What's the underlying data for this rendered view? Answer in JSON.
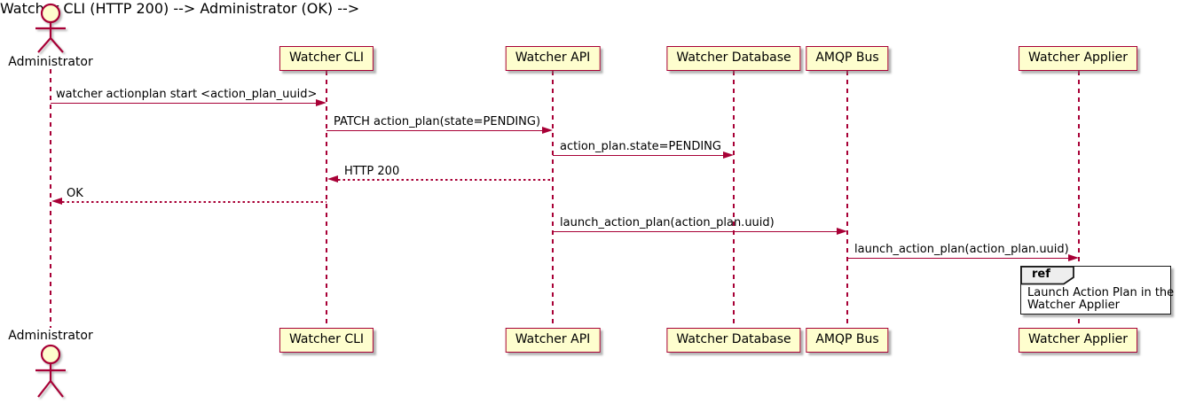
{
  "diagram": {
    "type": "sequence-diagram",
    "colors": {
      "accent": "#A80036",
      "participant_fill": "#FEFECE",
      "ref_header_fill": "#EEEEEE",
      "ref_border": "#181818",
      "background": "#FFFFFF"
    }
  },
  "actor": {
    "name": "Administrator"
  },
  "participants": [
    {
      "name": "Watcher CLI"
    },
    {
      "name": "Watcher API"
    },
    {
      "name": "Watcher Database"
    },
    {
      "name": "AMQP Bus"
    },
    {
      "name": "Watcher Applier"
    }
  ],
  "messages": [
    {
      "text": "watcher actionplan start <action_plan_uuid>",
      "from": "Administrator",
      "to": "Watcher CLI",
      "style": "solid"
    },
    {
      "text": "PATCH action_plan(state=PENDING)",
      "from": "Watcher CLI",
      "to": "Watcher API",
      "style": "solid"
    },
    {
      "text": "action_plan.state=PENDING",
      "from": "Watcher API",
      "to": "Watcher Database",
      "style": "solid"
    },
    {
      "text": "HTTP 200",
      "from": "Watcher API",
      "to": "Watcher CLI",
      "style": "dotted"
    },
    {
      "text": "OK",
      "from": "Watcher CLI",
      "to": "Administrator",
      "style": "dotted"
    },
    {
      "text": "launch_action_plan(action_plan.uuid)",
      "from": "Watcher API",
      "to": "AMQP Bus",
      "style": "solid"
    },
    {
      "text": "launch_action_plan(action_plan.uuid)",
      "from": "AMQP Bus",
      "to": "Watcher Applier",
      "style": "solid"
    }
  ],
  "ref": {
    "keyword": "ref",
    "line1": "Launch Action Plan in the",
    "line2": "Watcher Applier"
  }
}
